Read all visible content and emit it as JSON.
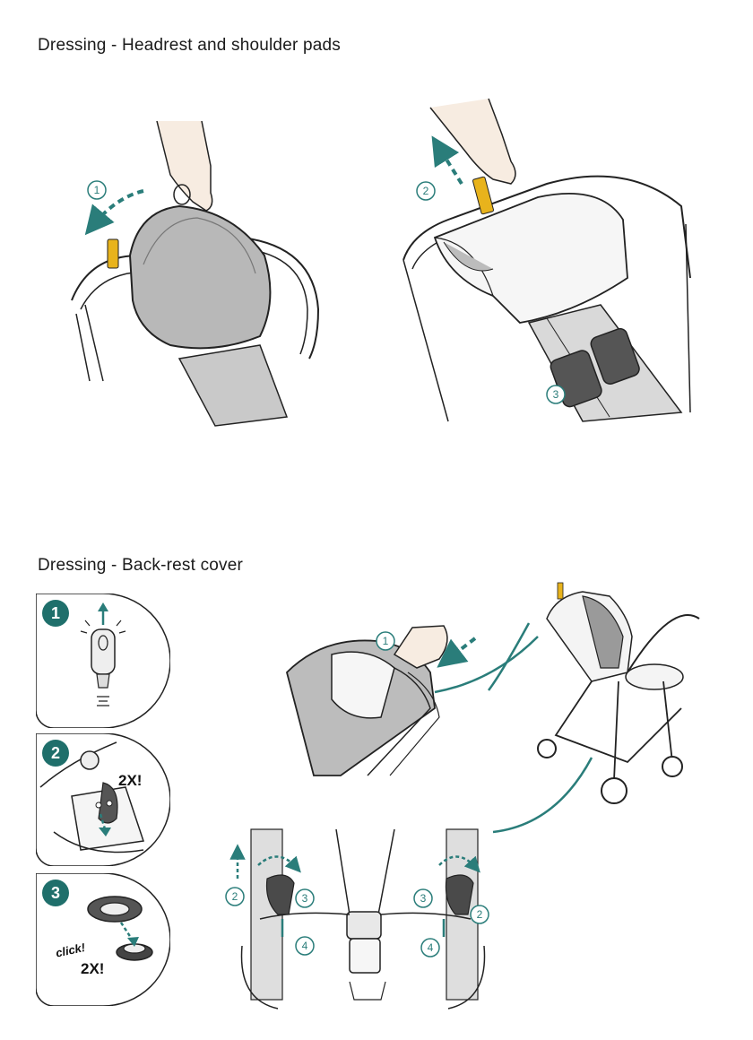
{
  "sections": [
    {
      "title": "Dressing - Headrest and shoulder pads"
    },
    {
      "title": "Dressing - Back-rest cover"
    }
  ],
  "steps_top": [
    "1",
    "2",
    "3"
  ],
  "steps_bottom": [
    "1",
    "2",
    "3",
    "4"
  ],
  "panels": [
    {
      "badge": "1"
    },
    {
      "badge": "2",
      "note": "2X!"
    },
    {
      "badge": "3",
      "note": "2X!",
      "sound": "click!"
    }
  ],
  "colors": {
    "teal": "#2a7d7a",
    "badge": "#1f6f6b",
    "yellow": "#e8b31c",
    "gray": "#bdbdbd",
    "dark": "#4a4a4a"
  }
}
